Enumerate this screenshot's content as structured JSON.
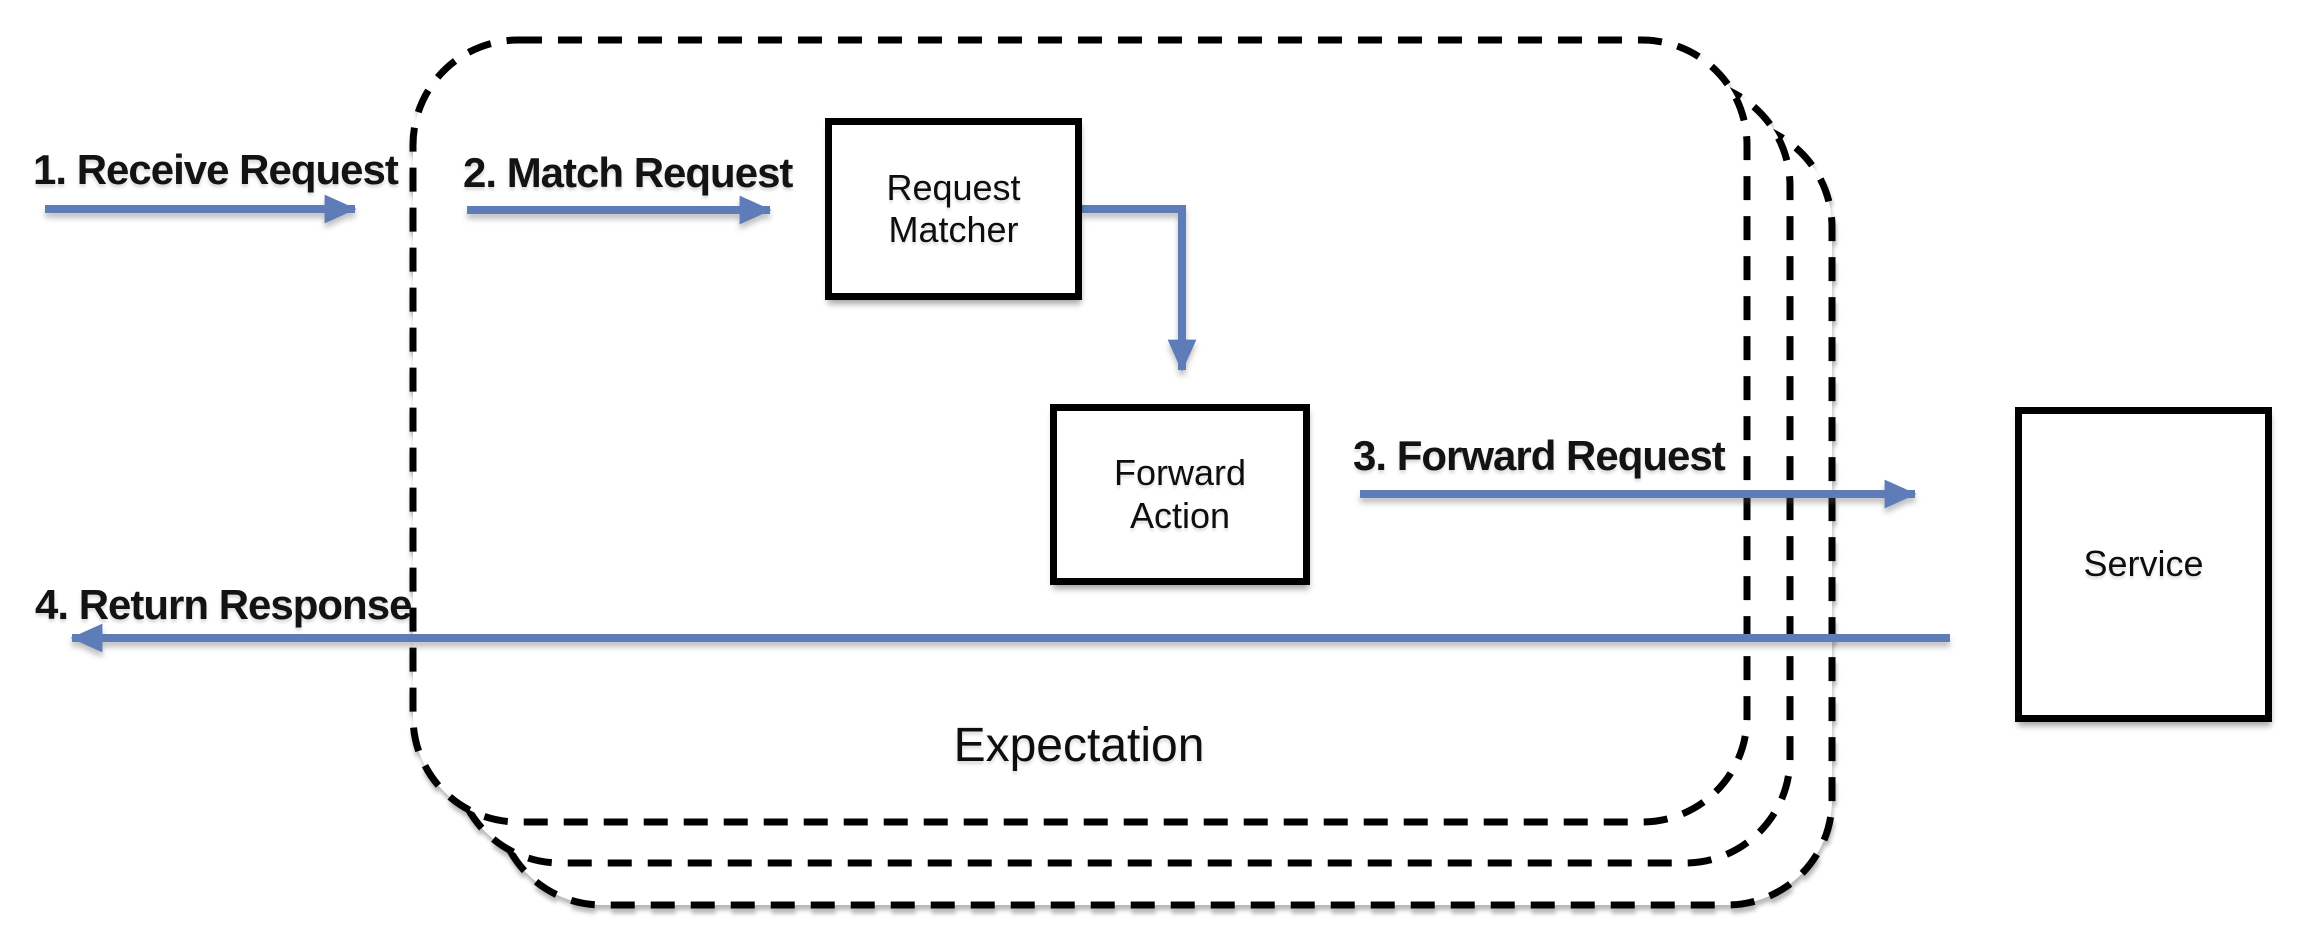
{
  "colors": {
    "arrow_blue": "#5d7cb8",
    "outline_black": "#000000",
    "background": "#ffffff"
  },
  "expectation_stack": {
    "label": "Expectation",
    "stack_count": 3
  },
  "nodes": {
    "request_matcher": {
      "label": "Request Matcher"
    },
    "forward_action": {
      "label": "Forward Action"
    },
    "service": {
      "label": "Service"
    }
  },
  "steps": {
    "step1": {
      "label": "1. Receive Request"
    },
    "step2": {
      "label": "2. Match Request"
    },
    "step3": {
      "label": "3. Forward Request"
    },
    "step4": {
      "label": "4. Return Response"
    }
  }
}
